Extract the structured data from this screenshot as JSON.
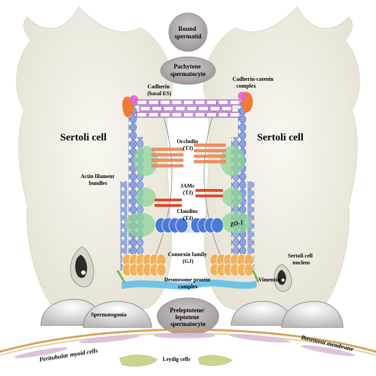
{
  "labels": {
    "round_spermatid": [
      "Round",
      "spermatid"
    ],
    "pachytene_spermatocyte": [
      "Pachytene",
      "spermatocyte"
    ],
    "cadherin_basal_es": [
      "Cadherin",
      "(basal ES)"
    ],
    "cadherin_catenin_complex": [
      "Cadherin-catenin",
      "complex"
    ],
    "sertoli_cell_left": "Sertoli cell",
    "sertoli_cell_right": "Sertoli cell",
    "occludin_tj": [
      "Occludin",
      "(TJ)"
    ],
    "actin_filament_bundles": [
      "Actin filament",
      "bundles"
    ],
    "jams_tj": [
      "JAMs",
      "(TJ)"
    ],
    "claudins_tj": [
      "Claudins",
      "(TJ)"
    ],
    "zo1": "ZO-1",
    "connexin_family_gj": [
      "Connexin family",
      "(GJ)"
    ],
    "sertoli_cell_nucleus": [
      "Sertoli cell",
      "nucleus"
    ],
    "desmosome_protein_complex": [
      "Desmosome protein",
      "complex"
    ],
    "vimentin": "Vimentin",
    "spermatogonia": "Spermatogonia",
    "preleptotene_spermatocyte": [
      "Preleptotene/",
      "leptotene",
      "spermatocyte"
    ],
    "basement_membrane": "Basement membrane",
    "peritubular_myoid_cells": "Peritubular myoid cells",
    "leydig_cells": "Leydig cells"
  },
  "colors": {
    "sertoli_cytoplasm": "#f1efe6",
    "actin": "#7f97de",
    "cadherin": "#a463c4",
    "occludin": "#f28f63",
    "jam": "#e6452d",
    "claudin": "#4c79d4",
    "connexin": "#f0b25c",
    "desmosome": "#62c0e8",
    "zo1": "#8fd49a",
    "spermatocyte_fill": "#b9b2b3",
    "basement_membrane": "#d4a05a",
    "leydig": "#cfd28e"
  }
}
